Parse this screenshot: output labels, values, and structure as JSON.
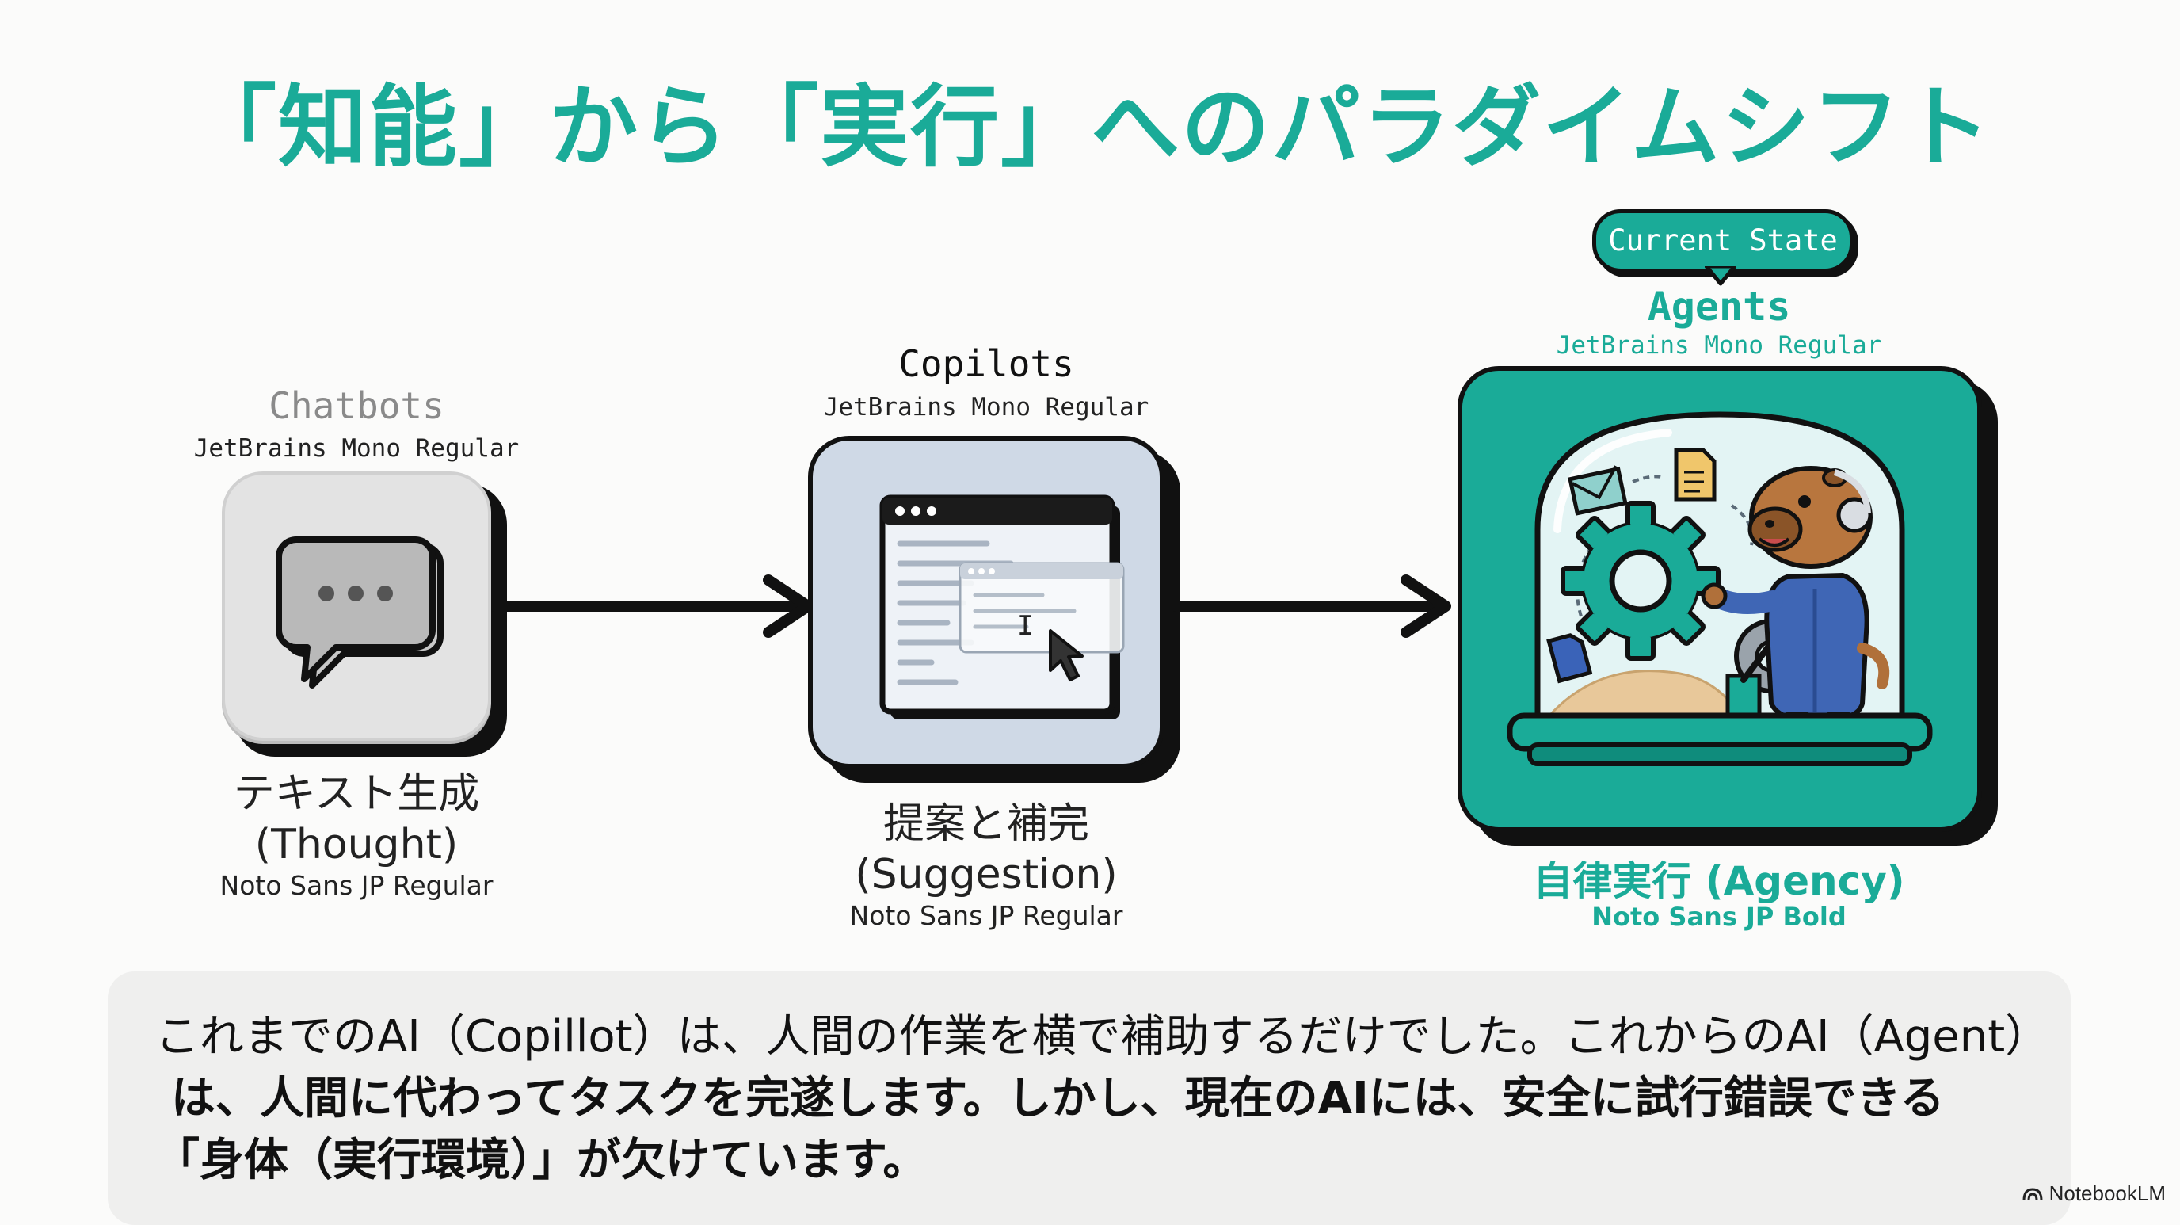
{
  "title": "「知能」から「実行」へのパラダイムシフト",
  "stages": [
    {
      "name": "Chatbots",
      "name_font_note": "JetBrains Mono Regular",
      "icon": "speech-bubble-icon",
      "desc_line1": "テキスト生成",
      "desc_line2": "(Thought)",
      "desc_font_note": "Noto Sans JP Regular"
    },
    {
      "name": "Copilots",
      "name_font_note": "JetBrains Mono Regular",
      "icon": "suggestion-window-icon",
      "desc_line1": "提案と補完",
      "desc_line2": "(Suggestion)",
      "desc_font_note": "Noto Sans JP Regular"
    },
    {
      "name": "Agents",
      "name_font_note": "JetBrains Mono Regular",
      "badge": "Current State",
      "icon": "capybara-agent-illustration",
      "desc": "自律実行 (Agency)",
      "desc_font_note": "Noto Sans JP Bold"
    }
  ],
  "caption": {
    "line1": "これまでのAI（Copillot）は、人間の作業を横で補助するだけでした。これからのAI（Agent）",
    "line2": "は、人間に代わってタスクを完遂します。しかし、現在のAIには、安全に試行錯誤できる",
    "line3": "「身体（実行環境）」が欠けています。"
  },
  "brand": "NotebookLM",
  "colors": {
    "accent": "#1aab98",
    "accent_dark": "#0f8c7c",
    "chatbot_box": "#e3e3e3",
    "copilot_box": "#cfd9e6"
  }
}
